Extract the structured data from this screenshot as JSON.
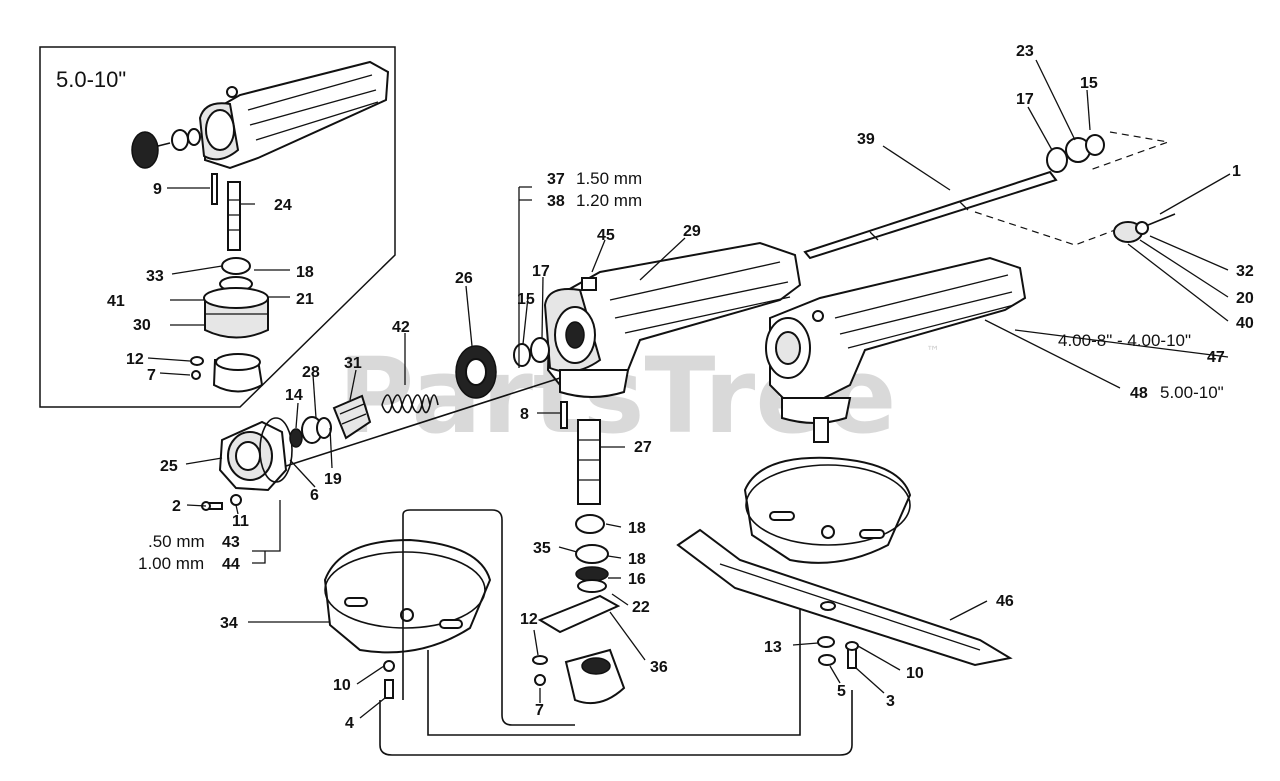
{
  "inset": {
    "title": "5.0-10\""
  },
  "watermark": {
    "text": "PartsTree",
    "trademark": "™"
  },
  "callouts": [
    {
      "key": "c1",
      "label": "1"
    },
    {
      "key": "c2",
      "label": "2"
    },
    {
      "key": "c3",
      "label": "3"
    },
    {
      "key": "c4",
      "label": "4"
    },
    {
      "key": "c5",
      "label": "5"
    },
    {
      "key": "c6",
      "label": "6"
    },
    {
      "key": "c7a",
      "label": "7"
    },
    {
      "key": "c7b",
      "label": "7"
    },
    {
      "key": "c8",
      "label": "8"
    },
    {
      "key": "c9",
      "label": "9"
    },
    {
      "key": "c10a",
      "label": "10"
    },
    {
      "key": "c10b",
      "label": "10"
    },
    {
      "key": "c11",
      "label": "11"
    },
    {
      "key": "c12a",
      "label": "12"
    },
    {
      "key": "c12b",
      "label": "12"
    },
    {
      "key": "c13",
      "label": "13"
    },
    {
      "key": "c14",
      "label": "14"
    },
    {
      "key": "c15a",
      "label": "15"
    },
    {
      "key": "c15b",
      "label": "15"
    },
    {
      "key": "c16",
      "label": "16"
    },
    {
      "key": "c17a",
      "label": "17"
    },
    {
      "key": "c17b",
      "label": "17"
    },
    {
      "key": "c18a",
      "label": "18"
    },
    {
      "key": "c18b",
      "label": "18"
    },
    {
      "key": "c18c",
      "label": "18"
    },
    {
      "key": "c19",
      "label": "19"
    },
    {
      "key": "c20",
      "label": "20"
    },
    {
      "key": "c21",
      "label": "21"
    },
    {
      "key": "c22",
      "label": "22"
    },
    {
      "key": "c23",
      "label": "23"
    },
    {
      "key": "c24",
      "label": "24"
    },
    {
      "key": "c25",
      "label": "25"
    },
    {
      "key": "c26",
      "label": "26"
    },
    {
      "key": "c27",
      "label": "27"
    },
    {
      "key": "c28",
      "label": "28"
    },
    {
      "key": "c29",
      "label": "29"
    },
    {
      "key": "c30",
      "label": "30"
    },
    {
      "key": "c31",
      "label": "31"
    },
    {
      "key": "c32",
      "label": "32"
    },
    {
      "key": "c33",
      "label": "33"
    },
    {
      "key": "c34",
      "label": "34"
    },
    {
      "key": "c35",
      "label": "35"
    },
    {
      "key": "c36",
      "label": "36"
    },
    {
      "key": "c37",
      "label": "37"
    },
    {
      "key": "c38",
      "label": "38"
    },
    {
      "key": "c39",
      "label": "39"
    },
    {
      "key": "c40",
      "label": "40"
    },
    {
      "key": "c41",
      "label": "41"
    },
    {
      "key": "c42",
      "label": "42"
    },
    {
      "key": "c43",
      "label": "43"
    },
    {
      "key": "c44",
      "label": "44"
    },
    {
      "key": "c45",
      "label": "45"
    },
    {
      "key": "c46",
      "label": "46"
    },
    {
      "key": "c47",
      "label": "47"
    },
    {
      "key": "c48",
      "label": "48"
    }
  ],
  "notes": {
    "n37": "1.50 mm",
    "n38": "1.20 mm",
    "n43": ".50 mm",
    "n44": "1.00 mm",
    "n47": "4.00-8\" - 4.00-10\"",
    "n48": "5.00-10\""
  }
}
